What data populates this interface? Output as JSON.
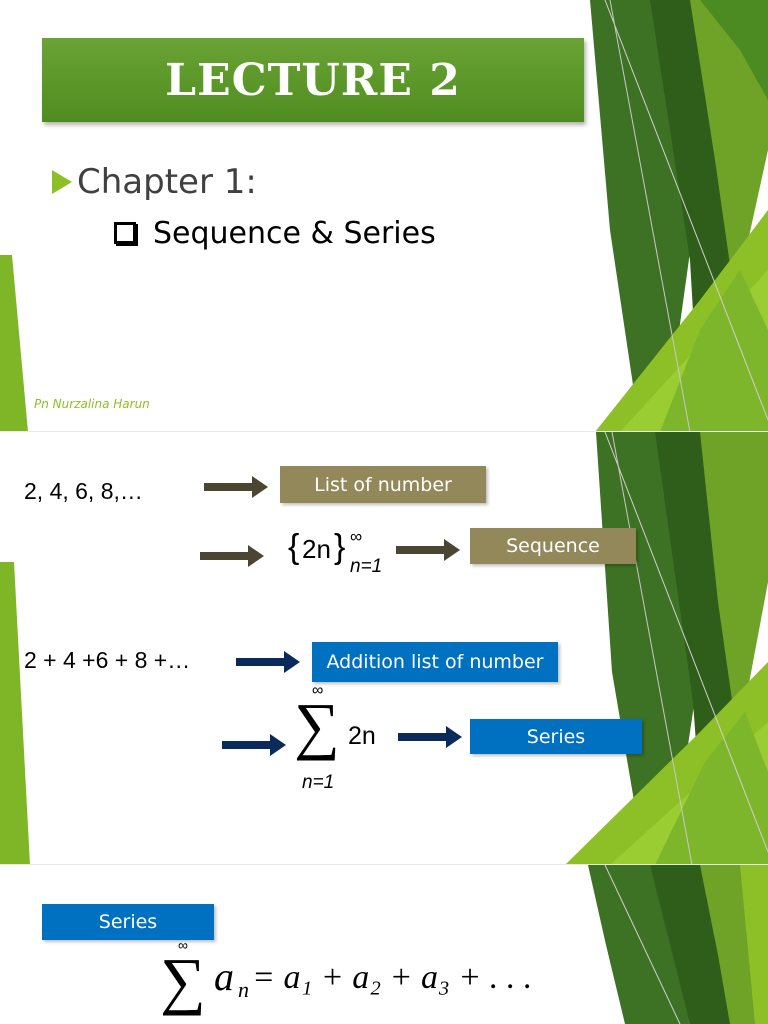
{
  "slide1": {
    "title": "LECTURE 2",
    "chapter": "Chapter 1:",
    "topic": "Sequence  & Series",
    "author": "Pn Nurzalina Harun"
  },
  "slide2": {
    "row1": {
      "expression": "2,  4,  6,  8,…",
      "label": "List of number"
    },
    "row2": {
      "notation_body": "2n",
      "sub": "n=1",
      "sup": "∞",
      "label": "Sequence"
    },
    "row3": {
      "expression": "2 + 4 +6 + 8 +…",
      "label": "Addition list of number"
    },
    "row4": {
      "sigma": "∑",
      "sup": "∞",
      "sub": "n=1",
      "term": "2n",
      "label": "Series"
    }
  },
  "slide3": {
    "label": "Series",
    "sigma": "∑",
    "sup": "∞",
    "term": "a",
    "term_sub": "n",
    "expansion": "= a₁ + a₂ + a₃ + . . ."
  },
  "colors": {
    "green_dark": "#3a6b1f",
    "green_mid": "#5b9b25",
    "green_light": "#8dc026",
    "olive": "#938859",
    "blue": "#0070c0",
    "arrow_olive": "#4b4632",
    "arrow_navy": "#0a2a5c"
  }
}
